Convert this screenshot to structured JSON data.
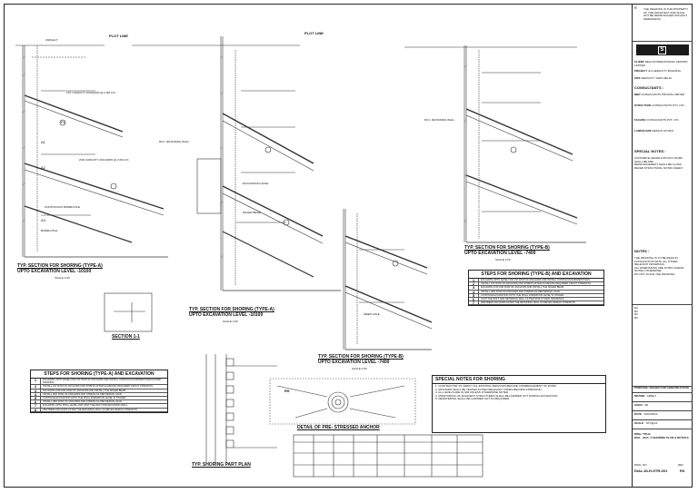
{
  "sections": {
    "a_title": "TYP. SECTION FOR SHORING (TYPE-A)",
    "a_sub": "UPTO EXCAVATION LEVEL -10100",
    "b_title": "TYP. SECTION FOR SHORING (TYPE-A)",
    "b_sub": "UPTO EXCAVATION LEVEL -10100",
    "c_title": "TYP. SECTION FOR SHORING (TYPE-B)",
    "c_sub": "UPTO EXCAVATION LEVEL -7400",
    "d_title": "TYP. SECTION FOR SHORING (TYPE-B)",
    "d_sub": "UPTO EXCAVATION LEVEL -7400",
    "section11": "SECTION 1-1",
    "part_plan": "TYP. SHORING PART PLAN",
    "anchor_detail": "DETAIL OF PRE- STRESSED ANCHOR",
    "scale": "SCALE 1:50"
  },
  "labels": {
    "plot_line": "PLOT LINE",
    "plot_line_2": "PLOT LINE",
    "asphalt": "ASPHALT",
    "rcc_wall": "RCC. RETAINING WALL",
    "rcc_wall_2": "RCC. RETAINING WALL",
    "pile_p1": "P1",
    "nail_a1": "A1",
    "nail_a2": "A2",
    "nail_a3": "A3",
    "bored_pile": "BORED PILE",
    "anchor_note": "1ST CAPACITY ANCHORS @ 2.0M C/C",
    "anchor_note_2": "2ND CAPACITY ANCHORS @ 2.0M C/C",
    "excav": "EXCAVATION LEVEL",
    "capping": "CONTINUOUS BORED PILE",
    "drain": "WEEP HOLE",
    "steel": "WALER BEAM",
    "rs": "RS"
  },
  "steps_a": {
    "title": "STEPS FOR SHORING (TYPE-A) AND EXCAVATION",
    "items": [
      {
        "n": "1",
        "t": "EXCAVATE UPTO LEVEL FOR 1ST ROW OF ANCHORS AND INSTALL CONTIGUOUS BORED PILES AS PER DRAWING."
      },
      {
        "n": "2",
        "t": "INSTALL 1ST ROW OF ANCHORS AND STRESS AFTER ACHIEVING REQUIRED GROUT STRENGTH."
      },
      {
        "n": "3",
        "t": "EXCAVATE FOR 2ND ROW OF ANCHORS AND INSTALL THE WALER BEAM."
      },
      {
        "n": "4",
        "t": "INSTALL 2ND ROW OF ANCHORS AND STRESS AS PER DESIGN LOAD."
      },
      {
        "n": "5",
        "t": "CONTINUE EXCAVATION UPTO THE FINAL FORMATION LEVEL IN STAGES."
      },
      {
        "n": "6",
        "t": "INSTALL 3RD ROW OF ANCHORS AND STRESS AS PER DESIGN LOAD."
      },
      {
        "n": "7",
        "t": "EXCAVATE UPTO FINAL LEVEL AND CAST THE RAFT AND RETAINING WALL."
      },
      {
        "n": "8",
        "t": "DESTRESS ANCHORS AFTER THE RETAINING WALL ACHIEVES DESIGN STRENGTH."
      }
    ]
  },
  "steps_b": {
    "title": "STEPS FOR SHORING (TYPE-B) AND EXCAVATION",
    "items": [
      {
        "n": "1",
        "t": "EXCAVATE UPTO LEVEL FOR 1ST ROW OF ANCHORS AND INSTALL CONTIGUOUS BORED PILES."
      },
      {
        "n": "2",
        "t": "INSTALL 1ST ROW OF ANCHORS AND STRESS AFTER ACHIEVING REQUIRED GROUT STRENGTH."
      },
      {
        "n": "3",
        "t": "EXCAVATE FOR 2ND ROW OF ANCHORS AND INSTALL THE WALER BEAM."
      },
      {
        "n": "4",
        "t": "INSTALL 2ND ROW OF ANCHORS AND STRESS AS PER DESIGN LOAD."
      },
      {
        "n": "5",
        "t": "CONTINUE EXCAVATION UPTO THE FINAL FORMATION LEVEL IN STAGES."
      },
      {
        "n": "6",
        "t": "CAST THE RAFT AND RETAINING WALL AS PER STRUCTURAL DRAWINGS."
      },
      {
        "n": "7",
        "t": "DESTRESS ANCHORS AFTER THE RETAINING WALL ACHIEVES DESIGN STRENGTH."
      }
    ]
  },
  "special_note": {
    "title": "SPECIAL NOTES FOR SHORING",
    "items": [
      "1. CONTRACTOR TO VERIFY ALL EXISTING SERVICES BEFORE COMMENCEMENT OF WORK.",
      "2. ANCHORS SHALL BE TESTED AS PER RELEVANT CODES BEFORE STRESSING.",
      "3. ALL LEVELS ARE IN MM UNLESS OTHERWISE NOTED.",
      "4. MONITORING OF ADJACENT STRUCTURES SHALL BE CARRIED OUT DURING EXCAVATION.",
      "5. DEWATERING SHALL BE CARRIED OUT AS REQUIRED."
    ]
  },
  "title_block": {
    "notes_block": "THE DRAWING IS THE PROPERTY OF THE ARCHITECT AND SHALL NOT BE REPRODUCED WITHOUT PERMISSION.",
    "logo": "SWBARCHITECTS",
    "client_label": "CLIENT",
    "client": "DELHI INTERNATIONAL AIRPORT LIMITED",
    "project_label": "PROJECT",
    "project": "JLA AEROCITY BUILDING",
    "site_label": "SITE",
    "site": "AEROCITY, NEW DELHI",
    "consultants": "CONSULTANTS :",
    "mep_label": "MEP",
    "mep": "CONSULTANTS PRIVATE LIMITED",
    "struct_label": "STRUCTURE",
    "struct": "CONSULTANTS PVT. LTD.",
    "facade_label": "FACADE",
    "facade": "CONSULTANTS PVT. LTD.",
    "landscape_label": "LANDSCAPE",
    "landscape": "DESIGN STUDIO",
    "special_notes": "SPECIAL NOTES :",
    "sn_items": [
      "CONCRETE GRADE FOR RCC WORK SHALL BE M30.",
      "REINFORCEMENT SHALL BE Fe-500.",
      "REFER STRUCTURAL NOTES SHEET."
    ],
    "notes": "NOTES :",
    "notes_items": [
      "THE DRAWING IS TO BE READ IN CONJUNCTION WITH ALL OTHER RELEVANT DRAWINGS.",
      "ALL DIMENSIONS ARE IN MM UNLESS NOTED OTHERWISE.",
      "DO NOT SCALE THE DRAWING."
    ],
    "revisions": [
      "R3",
      "R2",
      "R1",
      "R0"
    ],
    "purpose": "PURPOSE: ISSUED FOR CONSTRUCTION",
    "drawn_label": "DRAWN",
    "drawn": "AMEET",
    "chkd_label": "CHKD",
    "chkd": "AB",
    "date_label": "DATE",
    "date": "20/01/2023",
    "scale_label": "SCALE",
    "scale": "NTS@A1",
    "dwg_title_label": "DWG. TITLE:",
    "dwg_title": "DIAL_ BLK_A SHORING PLAN & DETAILS",
    "dwg_no_label": "DWG. NO.",
    "dwg_no": "DIAL-DLH-STR-001",
    "rev_label": "REV",
    "rev": "R3"
  }
}
